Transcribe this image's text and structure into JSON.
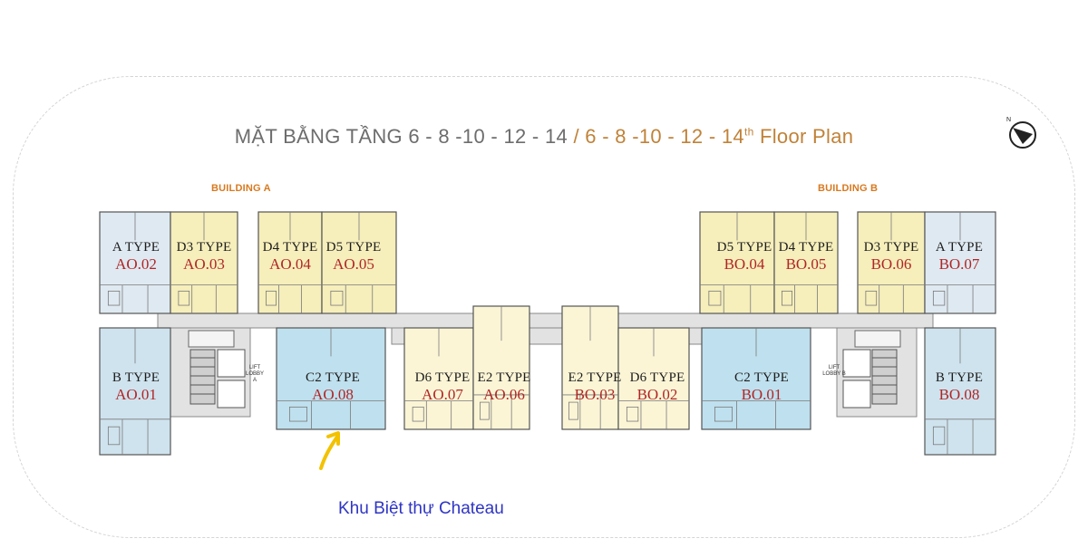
{
  "title": {
    "vietnamese": "MẶT BẰNG TẦNG 6 - 8 -10 - 12 - 14",
    "english_prefix": "/ 6 - 8 -10 - 12 - 14",
    "english_sup": "th",
    "english_suffix": "Floor Plan"
  },
  "buildings": {
    "a": "BUILDING A",
    "b": "BUILDING B"
  },
  "compass": {
    "label": "N"
  },
  "lobbies": {
    "a": [
      "LIFT",
      "LOBBY A"
    ],
    "b": [
      "LIFT",
      "LOBBY B"
    ]
  },
  "units": [
    {
      "type": "A TYPE",
      "code": "AO.02",
      "color": "#dfe9f1"
    },
    {
      "type": "D3 TYPE",
      "code": "AO.03",
      "color": "#f6eebb"
    },
    {
      "type": "D4 TYPE",
      "code": "AO.04",
      "color": "#f6eebb"
    },
    {
      "type": "D5 TYPE",
      "code": "AO.05",
      "color": "#f6eebb"
    },
    {
      "type": "B TYPE",
      "code": "AO.01",
      "color": "#cfe3ee"
    },
    {
      "type": "C2 TYPE",
      "code": "AO.08",
      "color": "#bfe0ee"
    },
    {
      "type": "D6 TYPE",
      "code": "AO.07",
      "color": "#fbf5d6"
    },
    {
      "type": "E2 TYPE",
      "code": "AO.06",
      "color": "#fbf5d6"
    },
    {
      "type": "E2 TYPE",
      "code": "BO.03",
      "color": "#fbf5d6"
    },
    {
      "type": "D6 TYPE",
      "code": "BO.02",
      "color": "#fbf5d6"
    },
    {
      "type": "C2 TYPE",
      "code": "BO.01",
      "color": "#bfe0ee"
    },
    {
      "type": "D5 TYPE",
      "code": "BO.04",
      "color": "#f6eebb"
    },
    {
      "type": "D4 TYPE",
      "code": "BO.05",
      "color": "#f6eebb"
    },
    {
      "type": "D3 TYPE",
      "code": "BO.06",
      "color": "#f6eebb"
    },
    {
      "type": "A TYPE",
      "code": "BO.07",
      "color": "#dfe9f1"
    },
    {
      "type": "B TYPE",
      "code": "BO.08",
      "color": "#cfe3ee"
    }
  ],
  "caption": "Khu Biệt thự Chateau",
  "colors": {
    "corridor": "#e2e2e2",
    "accent": "#d8791f",
    "unit_code": "#b02626",
    "arrow": "#f2c200",
    "caption": "#2f35c4"
  }
}
